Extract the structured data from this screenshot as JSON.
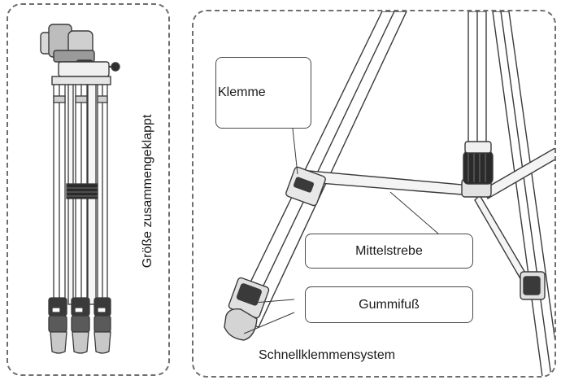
{
  "left_panel": {
    "label": "Größe zusammengeklappt",
    "icon": "folded-tripod-illustration"
  },
  "right_panel": {
    "labels": {
      "clamp": "Klemme",
      "center_brace": "Mittelstrebe",
      "rubber_foot": "Gummifuß"
    },
    "caption": "Schnellklemmensystem",
    "icon": "tripod-leg-detail-illustration"
  },
  "colors": {
    "line": "#3a3a3a",
    "dark_part": "#2a2a2a",
    "border": "#6e6e6e"
  }
}
